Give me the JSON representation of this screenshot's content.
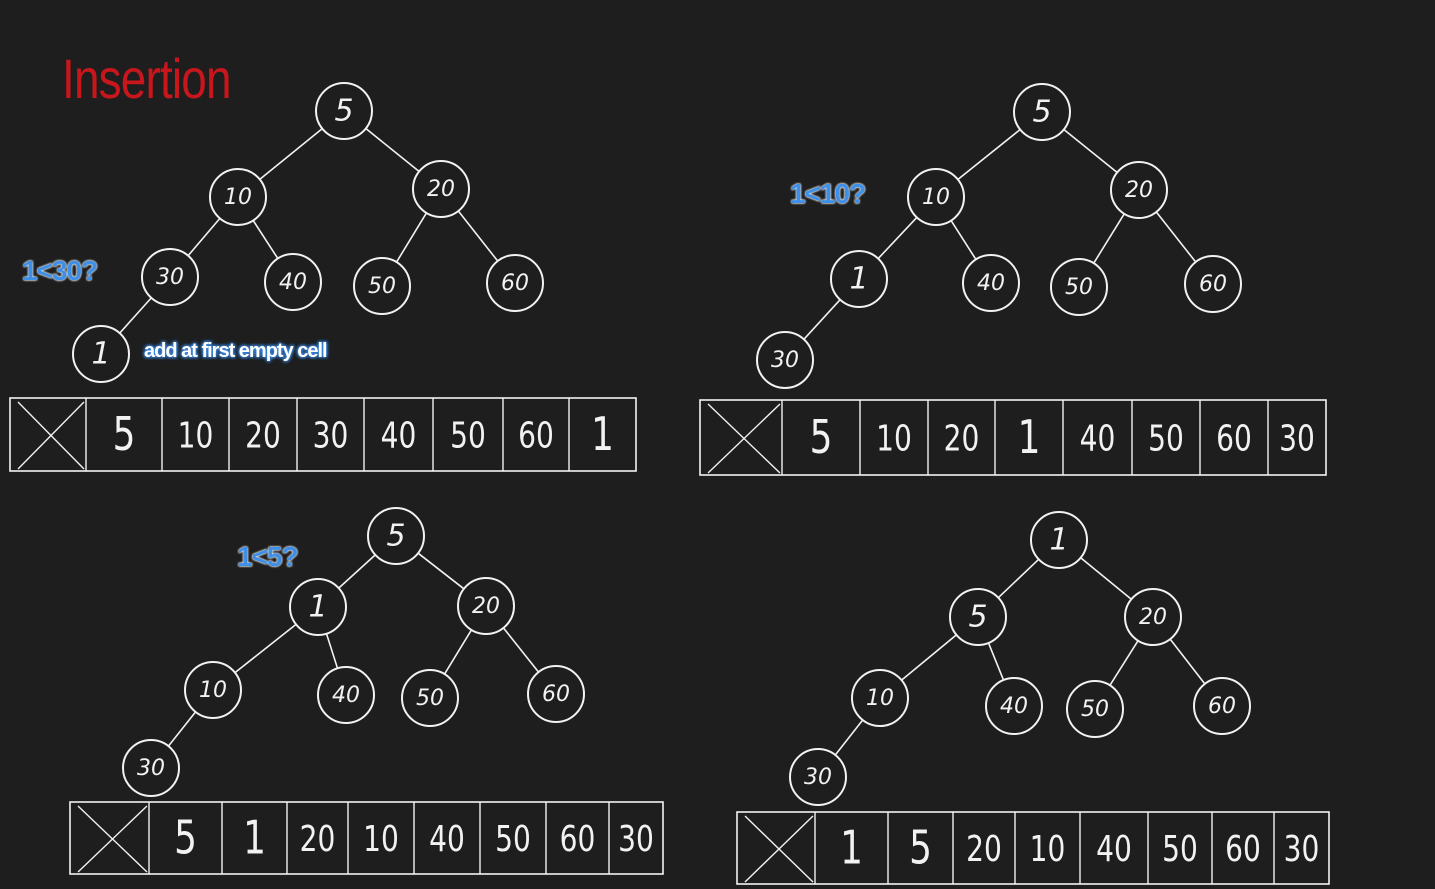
{
  "title": "Insertion",
  "notes": {
    "q1": "1<30?",
    "add": "add at first empty cell",
    "q2": "1<10?",
    "q3": "1<5?"
  },
  "panels": [
    {
      "id": "p1",
      "nodes": [
        "5",
        "10",
        "20",
        "30",
        "40",
        "50",
        "60",
        "1"
      ],
      "edges": [
        [
          0,
          1
        ],
        [
          0,
          2
        ],
        [
          1,
          3
        ],
        [
          1,
          4
        ],
        [
          2,
          5
        ],
        [
          2,
          6
        ],
        [
          3,
          7
        ]
      ],
      "array": [
        "5",
        "10",
        "20",
        "30",
        "40",
        "50",
        "60",
        "1"
      ]
    },
    {
      "id": "p2",
      "nodes": [
        "5",
        "10",
        "20",
        "1",
        "40",
        "50",
        "60",
        "30"
      ],
      "edges": [
        [
          0,
          1
        ],
        [
          0,
          2
        ],
        [
          1,
          3
        ],
        [
          1,
          4
        ],
        [
          2,
          5
        ],
        [
          2,
          6
        ],
        [
          3,
          7
        ]
      ],
      "array": [
        "5",
        "10",
        "20",
        "1",
        "40",
        "50",
        "60",
        "30"
      ]
    },
    {
      "id": "p3",
      "nodes": [
        "5",
        "1",
        "20",
        "10",
        "40",
        "50",
        "60",
        "30"
      ],
      "edges": [
        [
          0,
          1
        ],
        [
          0,
          2
        ],
        [
          1,
          3
        ],
        [
          1,
          4
        ],
        [
          2,
          5
        ],
        [
          2,
          6
        ],
        [
          3,
          7
        ]
      ],
      "array": [
        "5",
        "1",
        "20",
        "10",
        "40",
        "50",
        "60",
        "30"
      ]
    },
    {
      "id": "p4",
      "nodes": [
        "1",
        "5",
        "20",
        "10",
        "40",
        "50",
        "60",
        "30"
      ],
      "edges": [
        [
          0,
          1
        ],
        [
          0,
          2
        ],
        [
          1,
          3
        ],
        [
          1,
          4
        ],
        [
          2,
          5
        ],
        [
          2,
          6
        ],
        [
          3,
          7
        ]
      ],
      "array": [
        "1",
        "5",
        "20",
        "10",
        "40",
        "50",
        "60",
        "30"
      ]
    }
  ]
}
